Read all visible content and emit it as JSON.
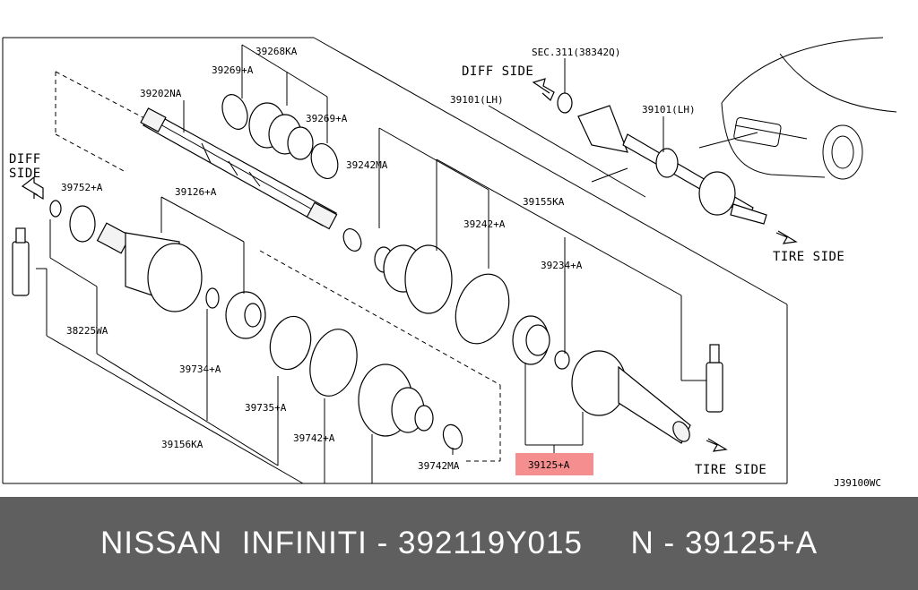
{
  "diagram": {
    "side_labels": {
      "diff_side_left_line1": "DIFF",
      "diff_side_left_line2": "SIDE",
      "diff_side_top": "DIFF SIDE",
      "tire_side_top": "TIRE SIDE",
      "tire_side_bottom": "TIRE SIDE"
    },
    "parts": {
      "p39268KA": "39268KA",
      "p39269A_1": "39269+A",
      "p39269A_2": "39269+A",
      "p39202NA": "39202NA",
      "p39101LH_paren": "39101(LH)",
      "p39101LH": "39101(LH)",
      "sec311": "SEC.311(38342Q)",
      "p39242MA": "39242MA",
      "p39752A": "39752+A",
      "p39126A": "39126+A",
      "p39155KA": "39155KA",
      "p39242A": "39242+A",
      "p39234A": "39234+A",
      "p38225WA": "38225WA",
      "p39734A": "39734+A",
      "p39735A": "39735+A",
      "p39742A": "39742+A",
      "p39742MA": "39742MA",
      "p39156KA": "39156KA",
      "p39125A": "39125+A"
    },
    "diagram_code": "J39100WC",
    "highlight_color": "#f58f8f"
  },
  "banner": {
    "text": "NISSAN  INFINITI - 392119Y015     N - 39125+A",
    "background": "#5f5f5f"
  }
}
